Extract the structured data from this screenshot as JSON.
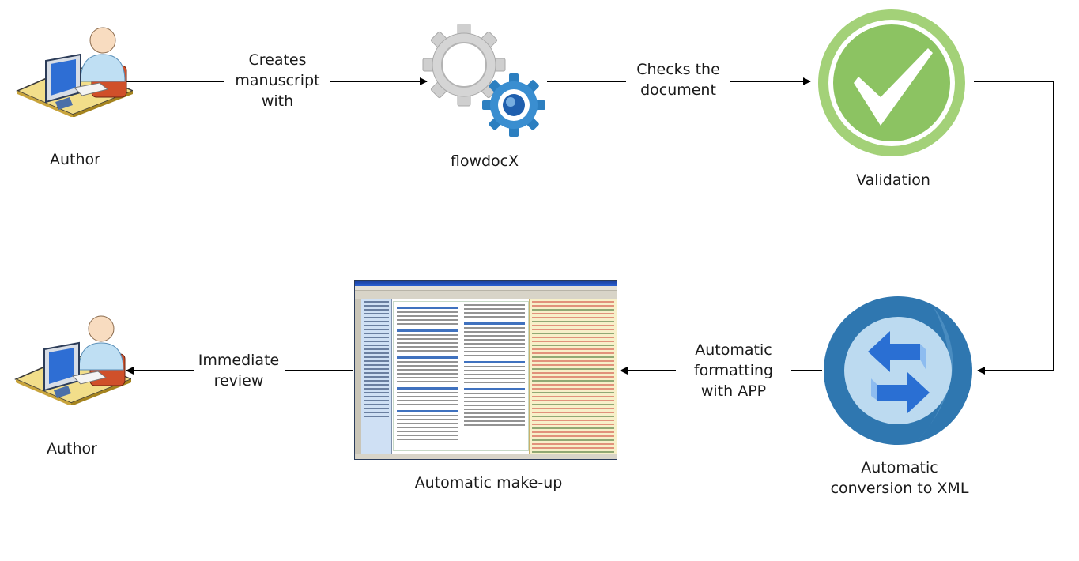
{
  "nodes": {
    "author_top": {
      "label": "Author"
    },
    "flowdocx": {
      "label": "flowdocX"
    },
    "validation": {
      "label": "Validation"
    },
    "conversion": {
      "label": "Automatic conversion to XML"
    },
    "makeup": {
      "label": "Automatic make-up"
    },
    "author_bottom": {
      "label": "Author"
    }
  },
  "edges": {
    "author_to_flowdocx": {
      "label": "Creates manuscript with"
    },
    "flowdocx_to_validation": {
      "label": "Checks the document"
    },
    "conversion_to_makeup": {
      "label": "Automatic formatting with APP"
    },
    "makeup_to_author": {
      "label": "Immediate review"
    }
  },
  "colors": {
    "validation_outer": "#a3d178",
    "validation_inner": "#8cc362",
    "gear_grey": "#c8c8c8",
    "gear_blue": "#2c7fc0",
    "conversion_outer": "#2f77b0",
    "conversion_inner": "#bcdaf0",
    "arrow_blue": "#2a6fd3"
  },
  "icons": {
    "author": "person-at-computer-icon",
    "flowdocx": "gears-icon",
    "validation": "checkmark-icon",
    "conversion": "sync-arrows-icon",
    "makeup": "screenshot-thumbnail"
  }
}
